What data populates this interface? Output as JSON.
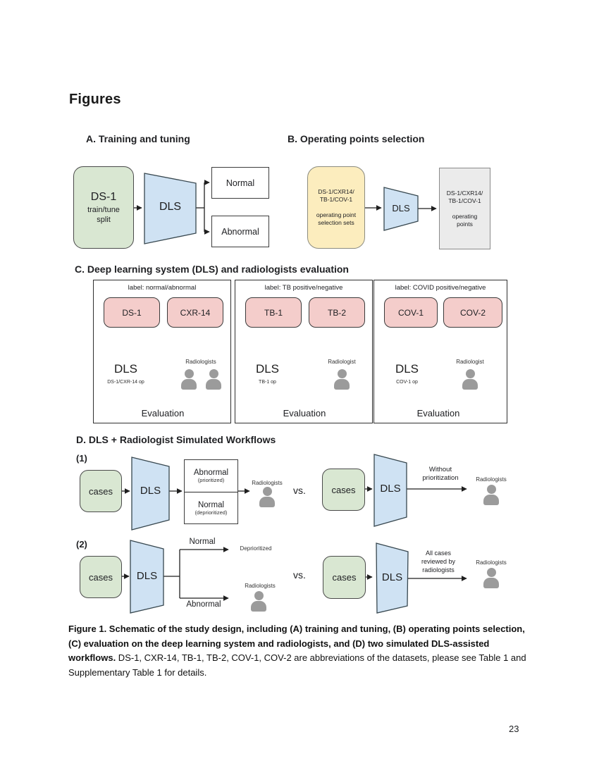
{
  "page": {
    "heading": "Figures",
    "page_number": "23"
  },
  "panel_a": {
    "title": "A. Training and tuning",
    "source_title": "DS-1",
    "source_sub": "train/tune\nsplit",
    "dls": "DLS",
    "output_top": "Normal",
    "output_bottom": "Abnormal"
  },
  "panel_b": {
    "title": "B. Operating points selection",
    "input_text": "DS-1/CXR14/\nTB-1/COV-1\n\noperating point\nselection sets",
    "dls": "DLS",
    "output_text": "DS-1/CXR14/\nTB-1/COV-1\n\noperating\npoints"
  },
  "panel_c": {
    "title": "C. Deep learning system (DLS) and radiologists evaluation",
    "subpanels": [
      {
        "label": "label: normal/abnormal",
        "dataset_left": "DS-1",
        "dataset_right": "CXR-14",
        "dls": "DLS",
        "dls_op": "DS-1/CXR-14 op",
        "radiologists": "Radiologists",
        "evaluation": "Evaluation"
      },
      {
        "label": "label: TB positive/negative",
        "dataset_left": "TB-1",
        "dataset_right": "TB-2",
        "dls": "DLS",
        "dls_op": "TB-1 op",
        "radiologists": "Radiologist",
        "evaluation": "Evaluation"
      },
      {
        "label": "label: COVID positive/negative",
        "dataset_left": "COV-1",
        "dataset_right": "COV-2",
        "dls": "DLS",
        "dls_op": "COV-1 op",
        "radiologists": "Radiologist",
        "evaluation": "Evaluation"
      }
    ]
  },
  "panel_d": {
    "title": "D. DLS + Radiologist Simulated Workflows",
    "workflow_1": {
      "number": "(1)",
      "cases": "cases",
      "dls": "DLS",
      "triage_top": "Abnormal",
      "triage_top_sub": "(prioritized)",
      "triage_bottom": "Normal",
      "triage_bottom_sub": "(deprioritized)",
      "radiologists": "Radiologists",
      "vs": "vs.",
      "alt_cases": "cases",
      "alt_dls": "DLS",
      "alt_arrow_label": "Without\nprioritization",
      "alt_radiologists": "Radiologists"
    },
    "workflow_2": {
      "number": "(2)",
      "cases": "cases",
      "dls": "DLS",
      "branch_top": "Normal",
      "branch_top_dest": "Deprioritized",
      "branch_bottom": "Abnormal",
      "branch_bottom_radiologists": "Radiologists",
      "vs": "vs.",
      "alt_cases": "cases",
      "alt_dls": "DLS",
      "alt_arrow_label": "All cases\nreviewed by\nradiologists",
      "alt_radiologists": "Radiologists"
    }
  },
  "caption": {
    "bold": "Figure 1. Schematic of the study design, including (A) training and tuning, (B) operating points selection, (C) evaluation on the deep learning system and radiologists, and (D) two simulated DLS-assisted workflows.",
    "regular": " DS-1, CXR-14, TB-1, TB-2, COV-1, COV-2 are abbreviations of the datasets, please see Table 1 and Supplementary Table 1 for details."
  },
  "colors": {
    "green": "#d9e7d2",
    "blue": "#cfe2f3",
    "yellow": "#fcedbe",
    "gray": "#ebebeb",
    "pink": "#f4cdcb",
    "person": "#9b9b9b",
    "line": "#1f1f1f"
  }
}
